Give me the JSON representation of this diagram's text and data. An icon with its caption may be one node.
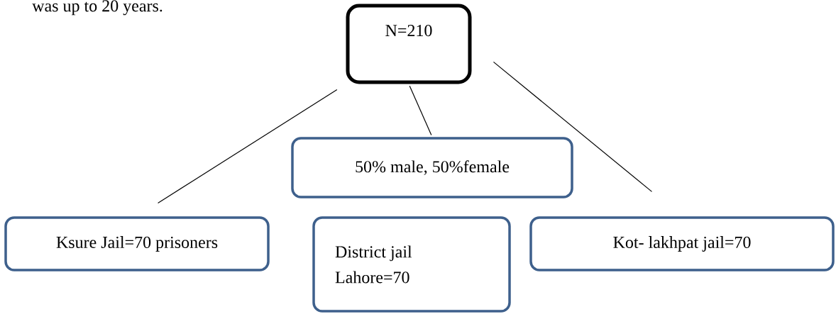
{
  "diagram": {
    "nodes": [
      {
        "text": [
          "N=210"
        ]
      },
      {
        "text": [
          "50% male, 50%female"
        ]
      },
      {
        "text": [
          "Ksure Jail=70 prisoners"
        ]
      },
      {
        "text": [
          "District jail Lahore=70"
        ]
      },
      {
        "text": [
          "Kot- lakhpat jail=70"
        ]
      }
    ],
    "edges": [
      {
        "from": 0,
        "to": 2,
        "arrow": "none"
      },
      {
        "from": 0,
        "to": 1,
        "arrow": "none"
      },
      {
        "from": 0,
        "to": 4,
        "arrow": "none"
      }
    ],
    "labels": [
      "was up to 20 years."
    ]
  }
}
